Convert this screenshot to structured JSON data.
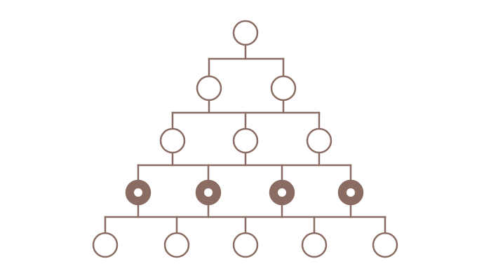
{
  "diagram": {
    "stroke_color": "#8a6c62",
    "fill_color": "#ffffff",
    "highlight_fill_color": "#8a6c62",
    "levels": [
      {
        "node_count": 1,
        "highlighted": false
      },
      {
        "node_count": 2,
        "highlighted": false
      },
      {
        "node_count": 3,
        "highlighted": false
      },
      {
        "node_count": 4,
        "highlighted": true
      },
      {
        "node_count": 5,
        "highlighted": false
      }
    ]
  }
}
